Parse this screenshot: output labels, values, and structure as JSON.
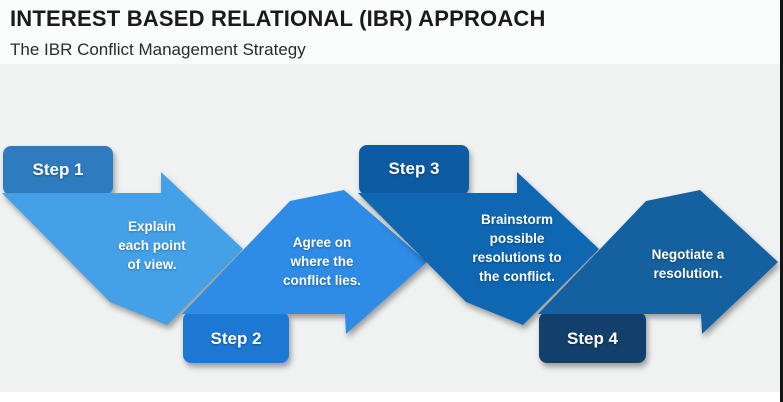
{
  "header": {
    "title": "INTEREST BASED RELATIONAL (IBR) APPROACH",
    "subtitle": "The IBR Conflict Management Strategy"
  },
  "steps": [
    {
      "label": "Step 1",
      "text": "Explain each point of view.",
      "arrow_color": "#44A1E8",
      "tab_color": "#2E7CBF"
    },
    {
      "label": "Step 2",
      "text": "Agree on where the conflict lies.",
      "arrow_color": "#2E8BE6",
      "tab_color": "#1C78D3"
    },
    {
      "label": "Step 3",
      "text": "Brainstorm possible resolutions to the conflict.",
      "arrow_color": "#0F67B2",
      "tab_color": "#0D5BA3"
    },
    {
      "label": "Step 4",
      "text": "Negotiate a resolution.",
      "arrow_color": "#15609F",
      "tab_color": "#123F6B"
    }
  ],
  "colors": {
    "canvas_bg": "#F0F1F1",
    "title_text": "#1A1A1A",
    "body_text_on_arrows": "#FFFFFF"
  }
}
